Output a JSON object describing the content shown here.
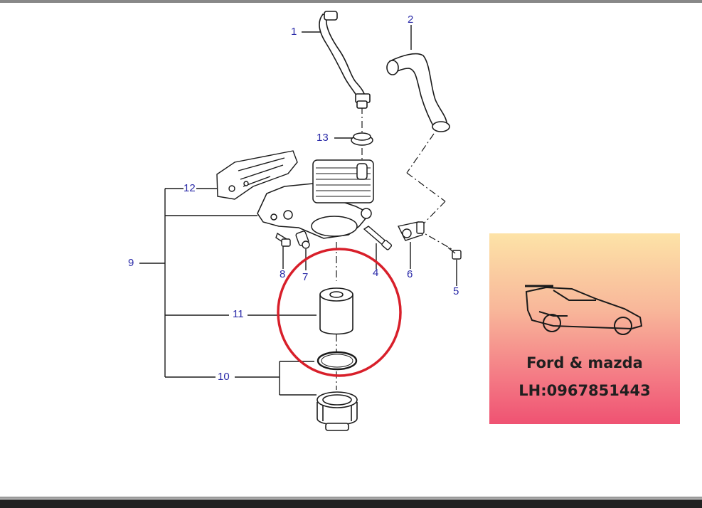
{
  "callouts": {
    "c1": "1",
    "c2": "2",
    "c4": "4",
    "c5": "5",
    "c6": "6",
    "c7": "7",
    "c8": "8",
    "c9": "9",
    "c10": "10",
    "c11": "11",
    "c12": "12",
    "c13": "13"
  },
  "ad": {
    "brand": "Ford & mazda",
    "phone": "LH:0967851443"
  },
  "colors": {
    "callout_text": "#2a2aa8",
    "highlight_circle": "#d81f2a",
    "line_art": "#1a1a1a"
  }
}
